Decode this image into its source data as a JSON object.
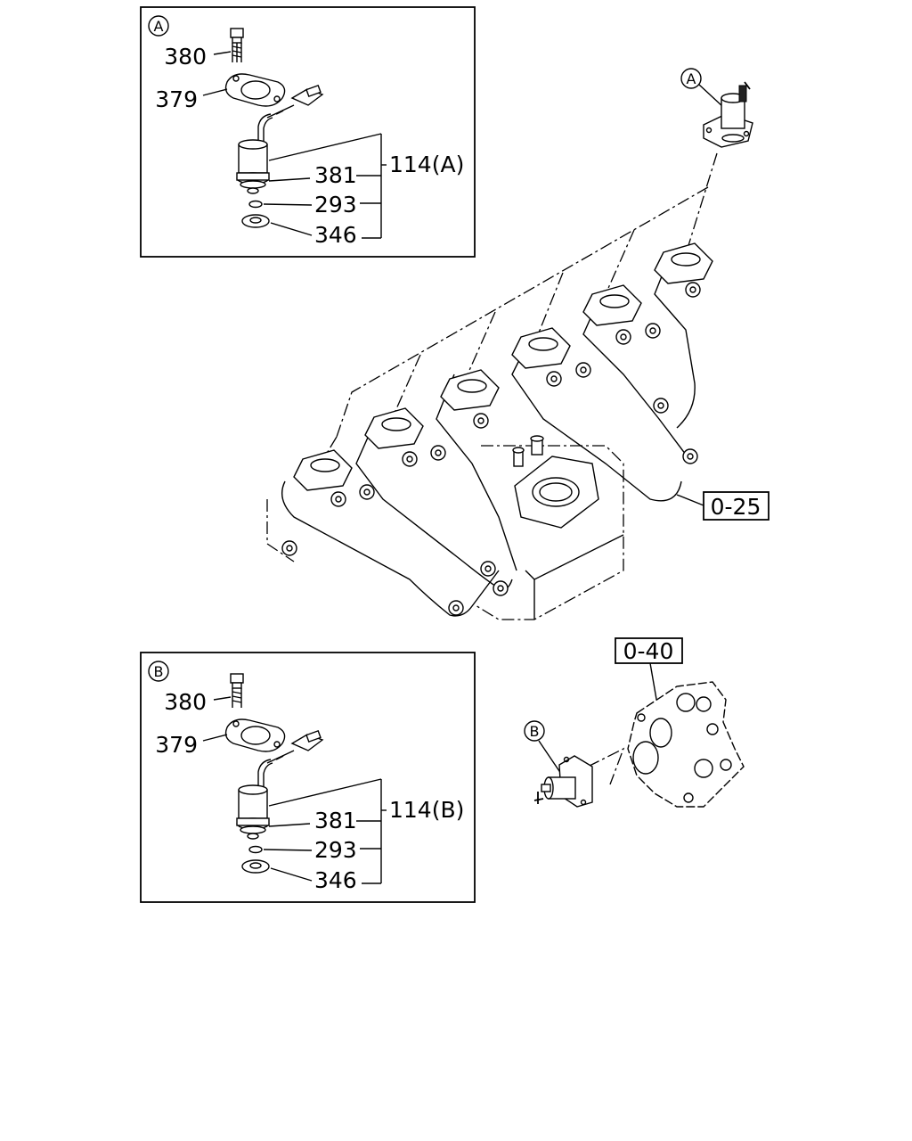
{
  "detail_a": {
    "marker": "A",
    "labels": {
      "p380": "380",
      "p379": "379",
      "p381": "381",
      "p293": "293",
      "p346": "346",
      "assembly": "114(A)"
    }
  },
  "detail_b": {
    "marker": "B",
    "labels": {
      "p380": "380",
      "p379": "379",
      "p381": "381",
      "p293": "293",
      "p346": "346",
      "assembly": "114(B)"
    }
  },
  "main": {
    "callout_a": "A",
    "callout_b": "B",
    "ref_manifold": "0-25",
    "ref_pump": "0-40"
  }
}
